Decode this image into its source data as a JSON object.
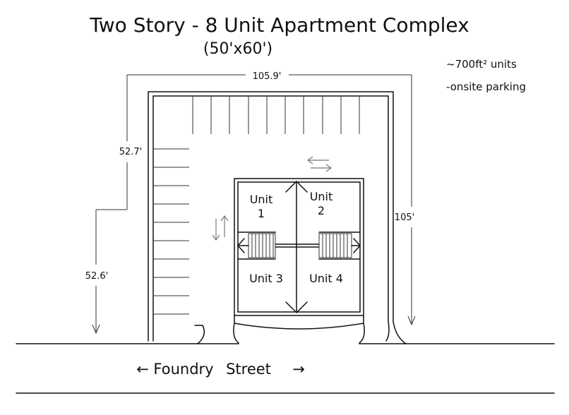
{
  "title": "Two Story - 8 Unit Apartment Complex",
  "subtitle": "(50'x60')",
  "notes": {
    "units": "~700ft² units",
    "parking": "-onsite parking"
  },
  "dimensions": {
    "top": "105.9'",
    "left_upper": "52.7'",
    "left_lower": "52.6'",
    "right": "105'"
  },
  "units": {
    "unit1_line1": "Unit",
    "unit1_line2": "1",
    "unit2_line1": "Unit",
    "unit2_line2": "2",
    "unit3": "Unit 3",
    "unit4": "Unit 4"
  },
  "street": {
    "name_part1": "Foundry",
    "name_part2": "Street",
    "arrow_left": "←",
    "arrow_right": "→"
  }
}
